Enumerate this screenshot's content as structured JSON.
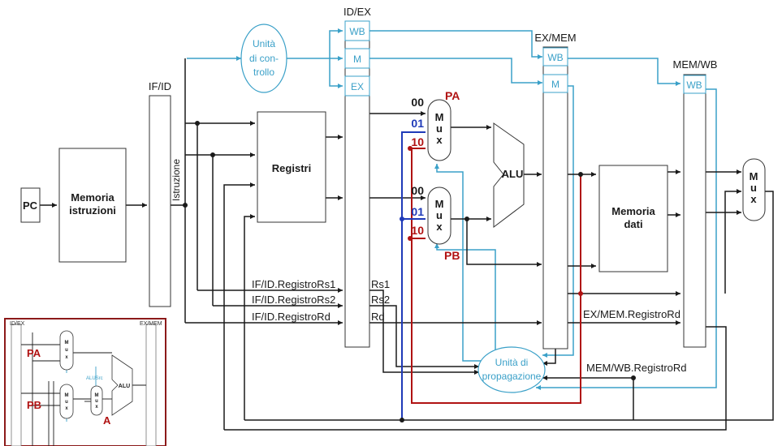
{
  "pipeline_registers": {
    "if_id": "IF/ID",
    "id_ex": "ID/EX",
    "ex_mem": "EX/MEM",
    "mem_wb": "MEM/WB"
  },
  "units": {
    "pc": "PC",
    "instr_mem_line1": "Memoria",
    "instr_mem_line2": "istruzioni",
    "registers": "Registri",
    "alu": "ALU",
    "data_mem_line1": "Memoria",
    "data_mem_line2": "dati",
    "control_line1": "Unità",
    "control_line2": "di con-",
    "control_line3": "trollo",
    "forward_line1": "Unità di",
    "forward_line2": "propagazione",
    "istruzione": "Istruzione"
  },
  "control_fields": {
    "wb": "WB",
    "m": "M",
    "ex": "EX"
  },
  "mux": {
    "m": "M",
    "u": "u",
    "x": "x"
  },
  "mux_inputs": {
    "in00": "00",
    "in01": "01",
    "in10": "10"
  },
  "forward_labels": {
    "pa": "PA",
    "pb": "PB"
  },
  "signals": {
    "rs1_src": "IF/ID.RegistroRs1",
    "rs2_src": "IF/ID.RegistroRs2",
    "rd_src": "IF/ID.RegistroRd",
    "rs1": "Rs1",
    "rs2": "Rs2",
    "rd": "Rd",
    "ex_mem_rd": "EX/MEM.RegistroRd",
    "mem_wb_rd": "MEM/WB.RegistroRd"
  },
  "inset": {
    "id_ex": "ID/EX",
    "ex_mem": "EX/MEM",
    "pa": "PA",
    "pb": "PB",
    "a": "A",
    "alusrc": "ALUSrc",
    "alu": "ALU"
  },
  "colors": {
    "wire": "#1a1a1a",
    "control": "#3aa0c8",
    "forward_10": "#b01212",
    "forward_01": "#1f3ab8",
    "inset_border": "#8c1a1a"
  }
}
